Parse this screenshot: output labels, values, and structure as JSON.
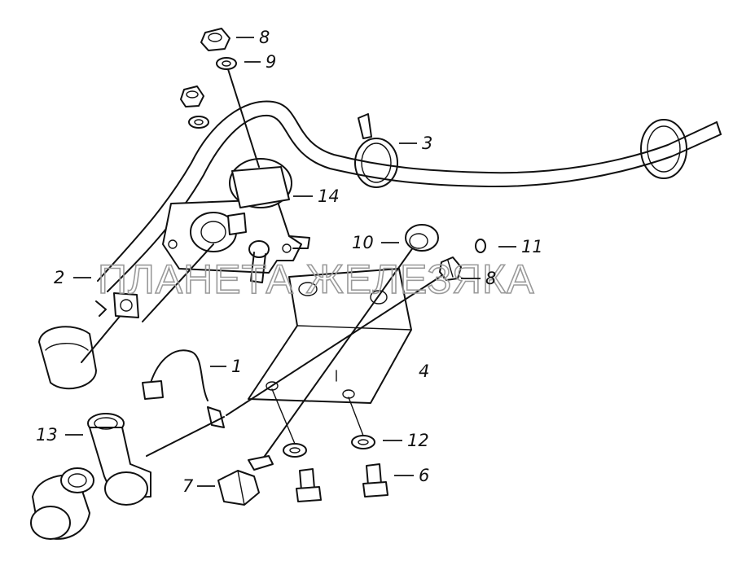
{
  "watermark": "ПЛАНЕТА ЖЕЛЕЗЯКА",
  "callouts": [
    {
      "id": "c8a",
      "label": "8"
    },
    {
      "id": "c9",
      "label": "9"
    },
    {
      "id": "c3",
      "label": "3"
    },
    {
      "id": "c14",
      "label": "14"
    },
    {
      "id": "c10",
      "label": "10"
    },
    {
      "id": "c11",
      "label": "11"
    },
    {
      "id": "c2",
      "label": "2"
    },
    {
      "id": "c8b",
      "label": "8"
    },
    {
      "id": "c1",
      "label": "1"
    },
    {
      "id": "c4",
      "label": "4"
    },
    {
      "id": "c13",
      "label": "13"
    },
    {
      "id": "c12",
      "label": "12"
    },
    {
      "id": "c7",
      "label": "7"
    },
    {
      "id": "c6",
      "label": "6"
    }
  ]
}
